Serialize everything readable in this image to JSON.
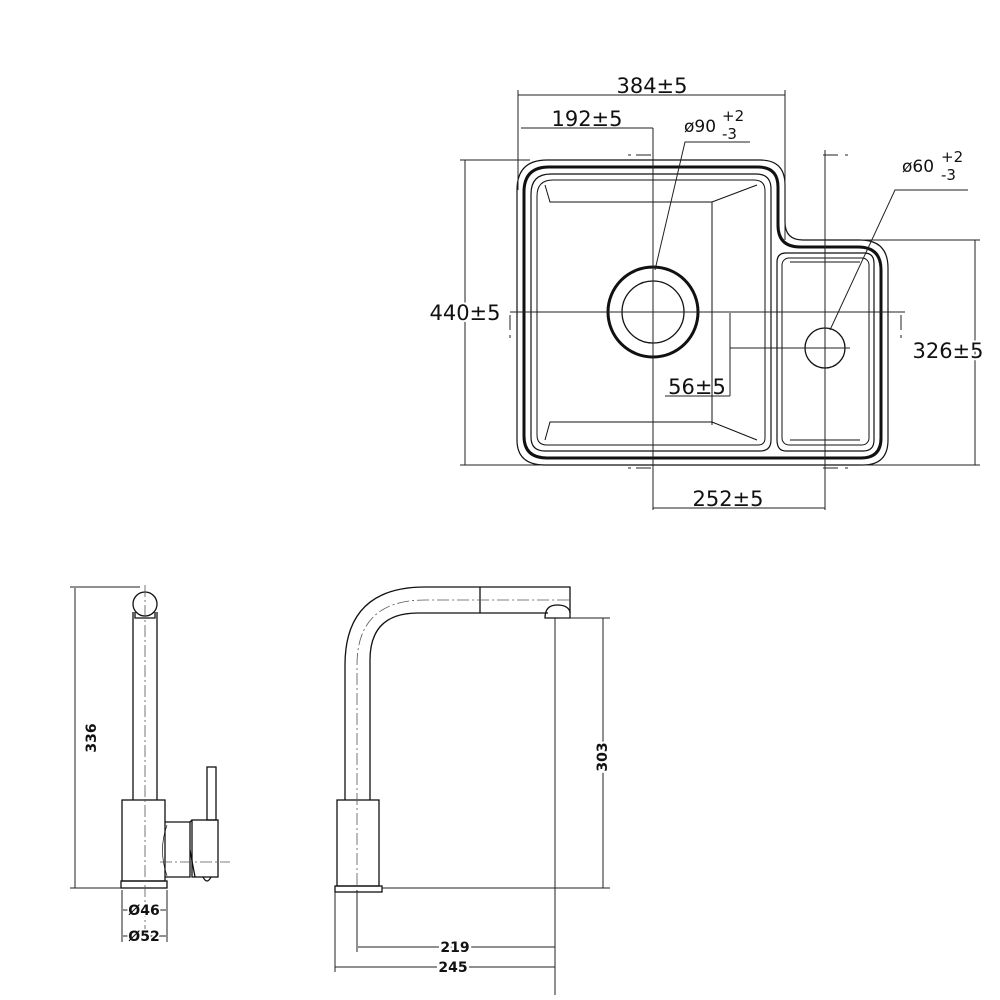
{
  "sink_plan": {
    "width_overall": "384±5",
    "drain_offset": "192±5",
    "main_drain_diameter": "ø90",
    "main_drain_tol_plus": "+2",
    "main_drain_tol_minus": "-3",
    "small_drain_diameter": "ø60",
    "small_drain_tol_plus": "+2",
    "small_drain_tol_minus": "-3",
    "depth_overall": "440±5",
    "small_bowl_depth": "326±5",
    "drain_spacing": "252±5",
    "drain_vertical_offset": "56±5"
  },
  "faucet_side": {
    "height": "336",
    "inner_diameter": "Ø46",
    "base_diameter": "Ø52"
  },
  "faucet_front": {
    "spout_height": "303",
    "spout_reach": "219",
    "overall_reach": "245"
  }
}
